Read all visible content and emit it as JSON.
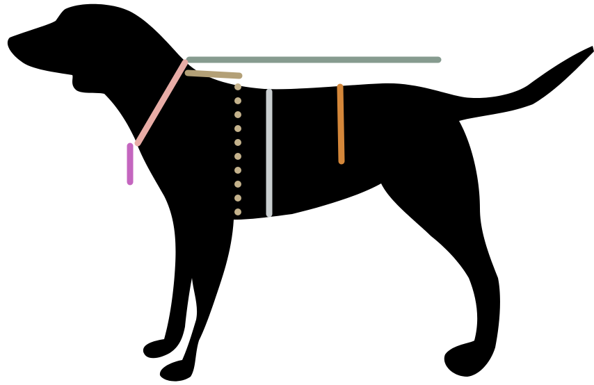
{
  "figure": {
    "subject": "dog-silhouette-measurement-guide",
    "background_color": "#ffffff",
    "silhouette_color": "#000000"
  },
  "measurements": [
    {
      "id": "back-length",
      "color": "#869b8f",
      "style": "solid"
    },
    {
      "id": "neck-circumference",
      "color": "#e8aca6",
      "style": "solid"
    },
    {
      "id": "front-neck-marker",
      "color": "#c466bf",
      "style": "solid"
    },
    {
      "id": "shoulder-top",
      "color": "#b3a077",
      "style": "solid"
    },
    {
      "id": "chest-dotted",
      "color": "#c4b28c",
      "style": "dotted"
    },
    {
      "id": "chest-girth",
      "color": "#c9ced0",
      "style": "solid"
    },
    {
      "id": "waist-girth",
      "color": "#d4873a",
      "style": "solid"
    }
  ]
}
